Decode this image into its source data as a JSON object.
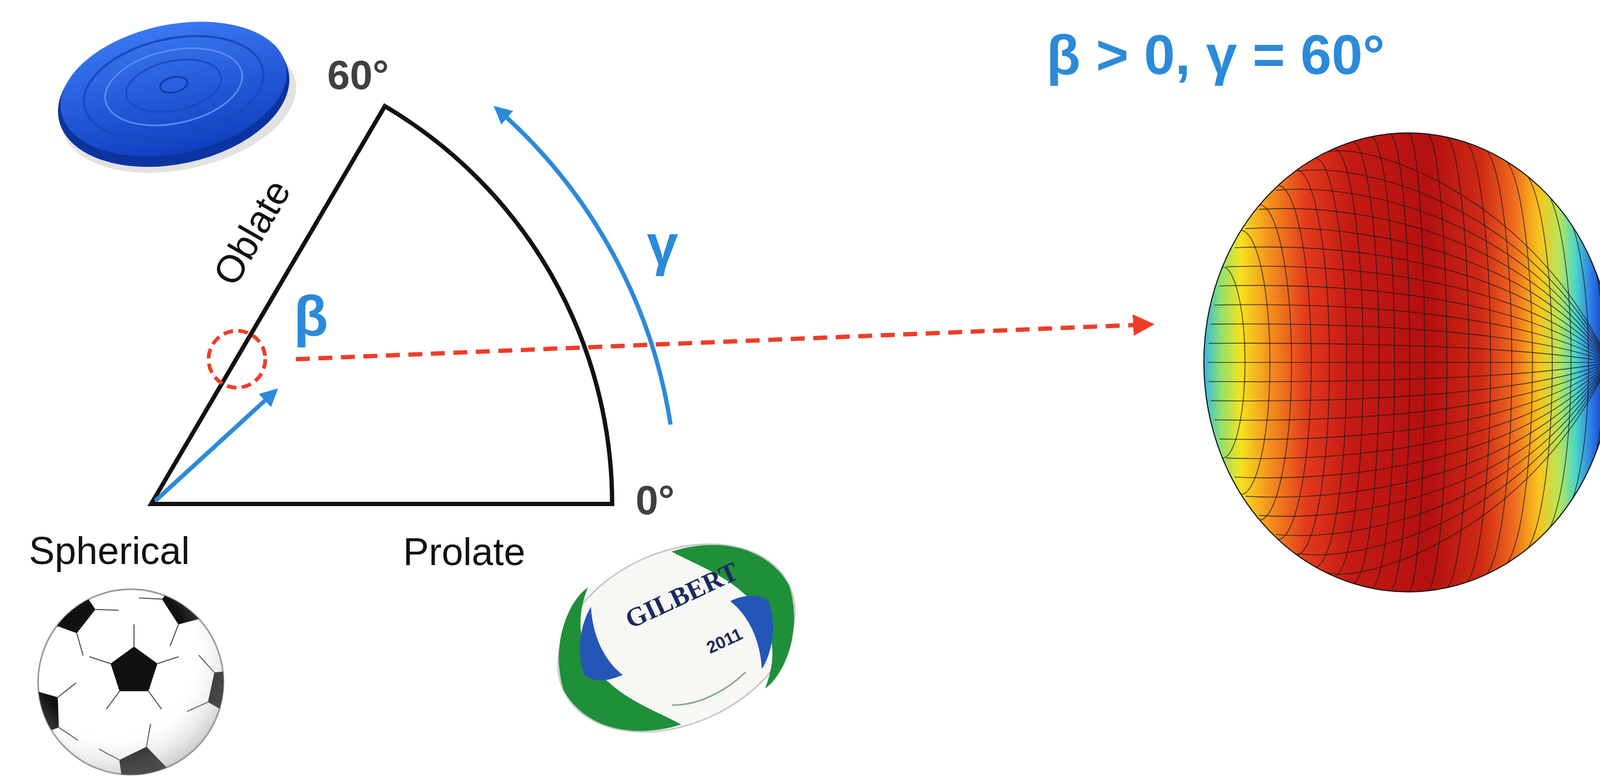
{
  "diagram": {
    "labels": [
      "60°",
      "Oblate",
      "β",
      "γ",
      "0°",
      "Spherical",
      "Prolate",
      "β > 0, γ = 60°",
      "GILBERT",
      "2011"
    ]
  }
}
